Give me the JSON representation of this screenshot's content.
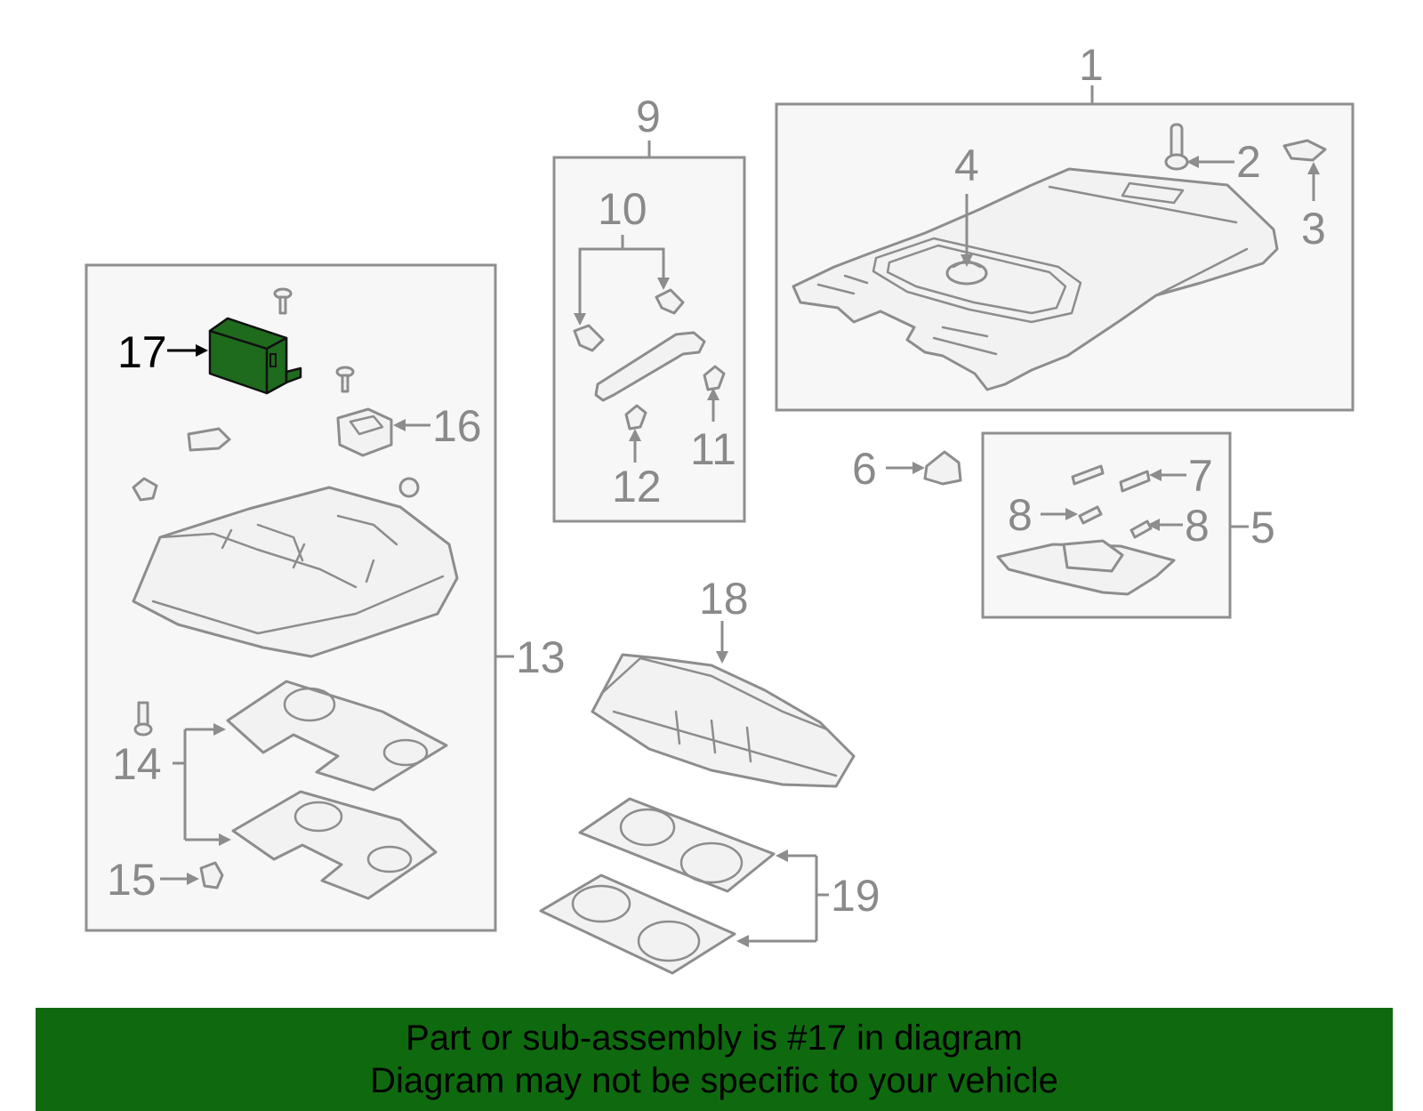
{
  "callouts": {
    "c1": "1",
    "c2": "2",
    "c3": "3",
    "c4": "4",
    "c5": "5",
    "c6": "6",
    "c7": "7",
    "c8a": "8",
    "c8b": "8",
    "c9": "9",
    "c10": "10",
    "c11": "11",
    "c12": "12",
    "c13": "13",
    "c14": "14",
    "c15": "15",
    "c16": "16",
    "c17": "17",
    "c18": "18",
    "c19": "19"
  },
  "highlight": {
    "part_number": "17",
    "color": "#1e6b1e"
  },
  "banner": {
    "line1": "Part or sub-assembly is #17 in diagram",
    "line2": "Diagram may not be specific to your vehicle",
    "color": "#0f6a0f"
  }
}
